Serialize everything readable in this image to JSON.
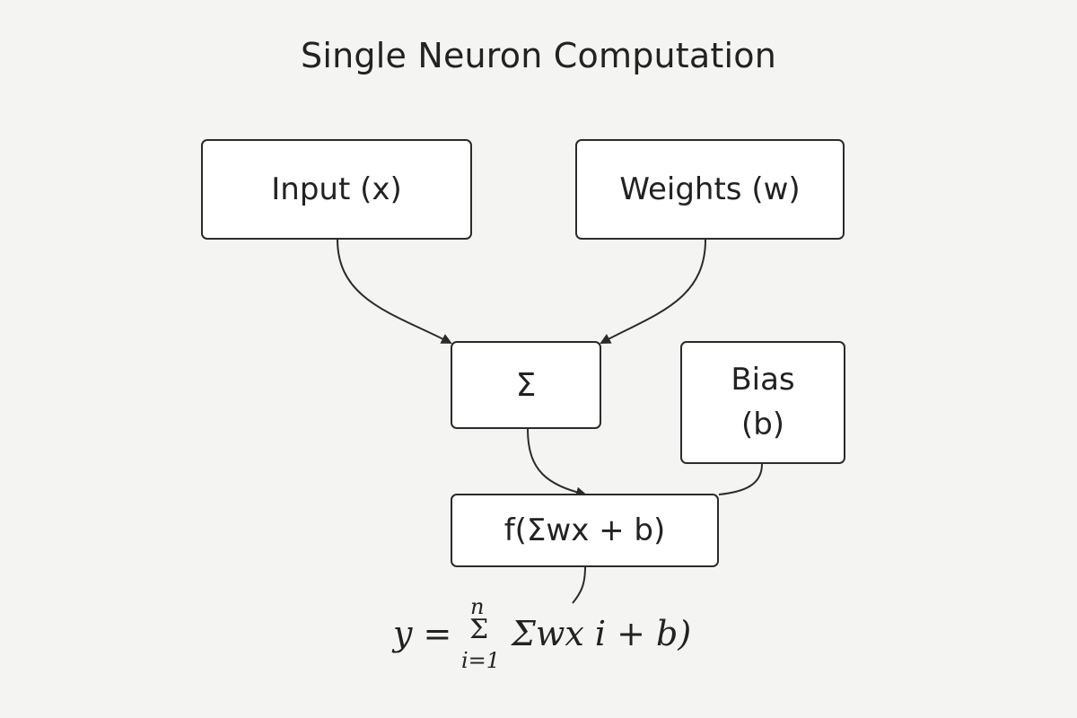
{
  "title": "Single Neuron Computation",
  "nodes": {
    "input": "Input (x)",
    "weights": "Weights (w)",
    "sum": "Σ",
    "bias_line1": "Bias",
    "bias_line2": "(b)",
    "activation": "f(Σwx + b)"
  },
  "formula": {
    "lhs": "y =",
    "sigma_upper": "n",
    "sigma": "Σ",
    "sigma_lower": "i=1",
    "rhs": "Σwx i + b)"
  }
}
